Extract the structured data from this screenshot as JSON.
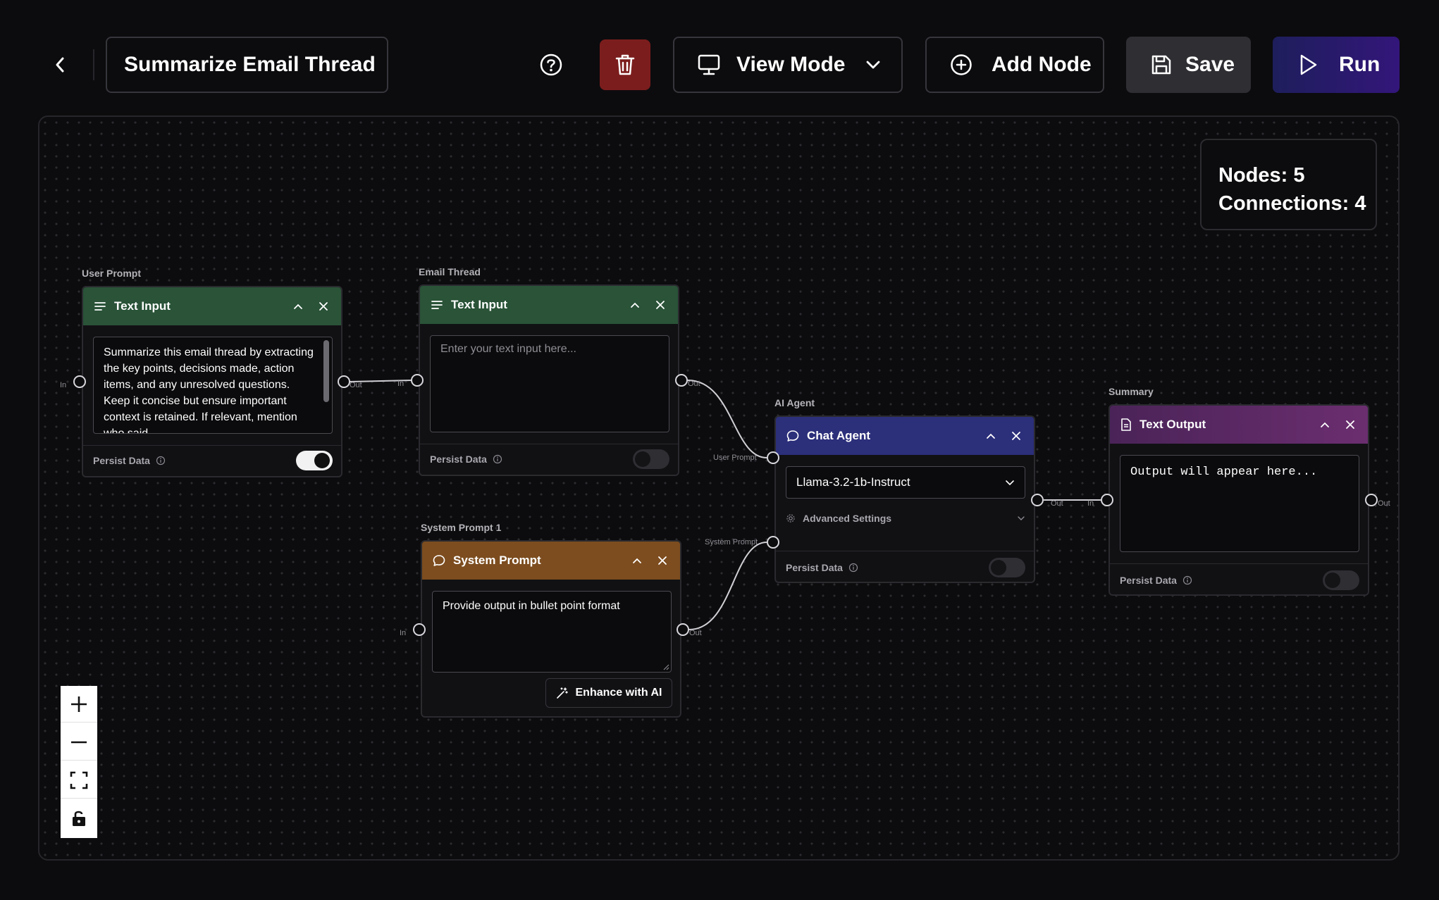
{
  "header": {
    "title": "Summarize Email Thread",
    "view_mode_label": "View Mode",
    "add_node_label": "Add Node",
    "save_label": "Save",
    "run_label": "Run"
  },
  "stats": {
    "nodes": "Nodes: 5",
    "connections": "Connections: 4"
  },
  "nodes": {
    "user_prompt": {
      "label": "User Prompt",
      "title": "Text Input",
      "text": "Summarize this email thread by extracting the key points, decisions made, action items, and any unresolved questions. Keep it concise but ensure important context is retained. If relevant, mention who said",
      "persist_label": "Persist Data",
      "persist": true
    },
    "email_thread": {
      "label": "Email Thread",
      "title": "Text Input",
      "placeholder": "Enter your text input here...",
      "persist_label": "Persist Data",
      "persist": false
    },
    "system_prompt": {
      "label": "System Prompt 1",
      "title": "System Prompt",
      "text": "Provide output in bullet point format",
      "enhance_label": "Enhance with AI"
    },
    "ai_agent": {
      "label": "AI Agent",
      "title": "Chat Agent",
      "model": "Llama-3.2-1b-Instruct",
      "advanced_label": "Advanced Settings",
      "persist_label": "Persist Data",
      "persist": false
    },
    "summary": {
      "label": "Summary",
      "title": "Text Output",
      "output": "Output will appear here...",
      "persist_label": "Persist Data",
      "persist": false
    }
  },
  "ports": {
    "in": "In",
    "out": "Out",
    "user_prompt": "User Prompt",
    "system_prompt": "System Prompt"
  },
  "colors": {
    "text_input_header": "#2a5338",
    "system_prompt_header": "#7d4d1f",
    "chat_agent_header": "#2c2f7a",
    "text_output_header": "#5d2a6b",
    "delete_button": "#7c1d1d",
    "run_button": "#2a1f6e"
  },
  "icons": [
    "chevron-left-icon",
    "help-icon",
    "trash-icon",
    "monitor-icon",
    "chevron-down-icon",
    "plus-circle-icon",
    "save-icon",
    "play-icon",
    "lines-icon",
    "chat-icon",
    "file-icon",
    "collapse-icon",
    "close-icon",
    "gear-icon",
    "info-icon",
    "wand-icon",
    "plus-icon",
    "minus-icon",
    "fit-view-icon",
    "lock-icon"
  ]
}
